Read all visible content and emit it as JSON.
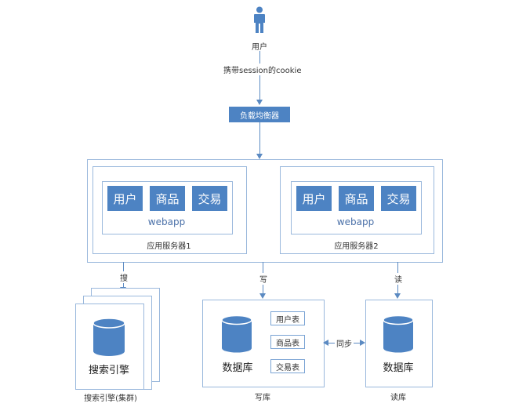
{
  "user": {
    "label": "用户"
  },
  "edge_user_lb": {
    "label": "携带session的cookie"
  },
  "load_balancer": {
    "label": "负载均衡器"
  },
  "servers": [
    {
      "caption": "应用服务器1",
      "webapp": "webapp",
      "modules": [
        "用户",
        "商品",
        "交易"
      ]
    },
    {
      "caption": "应用服务器2",
      "webapp": "webapp",
      "modules": [
        "用户",
        "商品",
        "交易"
      ]
    }
  ],
  "edges": {
    "search": "搜",
    "write": "写",
    "read": "读",
    "sync": "同步"
  },
  "search_engine": {
    "label": "搜索引擎",
    "caption": "搜索引擎(集群)"
  },
  "write_db": {
    "label": "数据库",
    "caption": "写库",
    "tables": [
      "用户表",
      "商品表",
      "交易表"
    ]
  },
  "read_db": {
    "label": "数据库",
    "caption": "读库"
  },
  "colors": {
    "primary": "#4d83c3",
    "border": "#9ab8dc",
    "line": "#5b8ac2"
  }
}
